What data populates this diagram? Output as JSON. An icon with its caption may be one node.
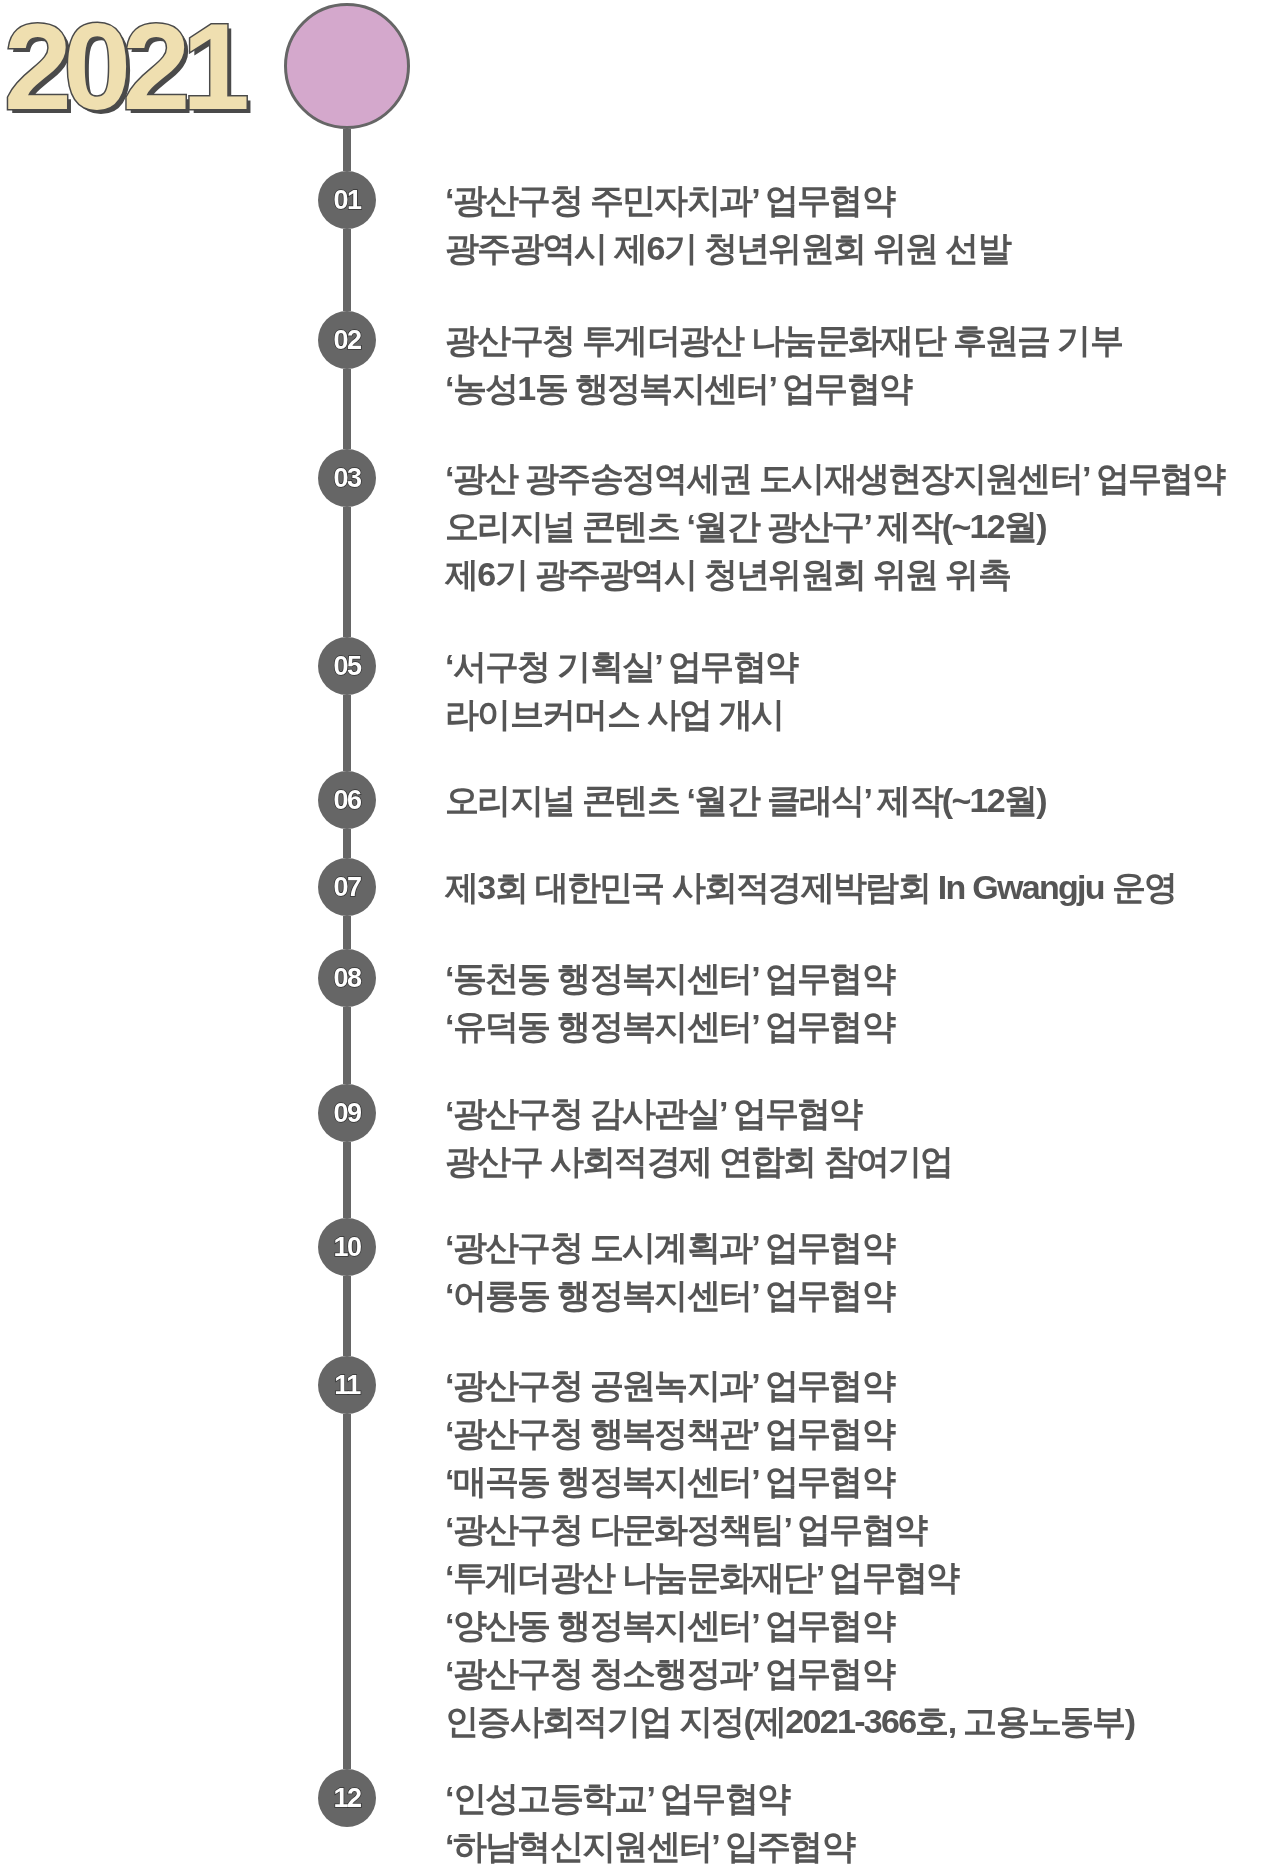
{
  "diagram": {
    "title": "2021",
    "nodes": [
      {
        "text": [],
        "shape": "circle"
      },
      {
        "text": [
          "01"
        ],
        "beside": [
          "‘광산구청 주민자치과’ 업무협약",
          "광주광역시 제6기 청년위원회 위원 선발"
        ]
      },
      {
        "text": [
          "02"
        ],
        "beside": [
          "광산구청 투게더광산 나눔문화재단 후원금 기부",
          "‘농성1동 행정복지센터’ 업무협약"
        ]
      },
      {
        "text": [
          "03"
        ],
        "beside": [
          "‘광산 광주송정역세권 도시재생현장지원센터’ 업무협약",
          "오리지널 콘텐츠 ‘월간 광산구’ 제작(~12월)",
          "제6기 광주광역시 청년위원회 위원 위촉"
        ]
      },
      {
        "text": [
          "05"
        ],
        "beside": [
          "‘서구청 기획실’ 업무협약",
          "라이브커머스 사업 개시"
        ]
      },
      {
        "text": [
          "06"
        ],
        "beside": [
          "오리지널 콘텐츠 ‘월간 클래식’ 제작(~12월)"
        ]
      },
      {
        "text": [
          "07"
        ],
        "beside": [
          "제3회 대한민국 사회적경제박람회 In Gwangju 운영"
        ]
      },
      {
        "text": [
          "08"
        ],
        "beside": [
          "‘동천동 행정복지센터’ 업무협약",
          "‘유덕동 행정복지센터’ 업무협약"
        ]
      },
      {
        "text": [
          "09"
        ],
        "beside": [
          "‘광산구청 감사관실’ 업무협약",
          "광산구 사회적경제 연합회 참여기업"
        ]
      },
      {
        "text": [
          "10"
        ],
        "beside": [
          "‘광산구청 도시계획과’ 업무협약",
          "‘어룡동 행정복지센터’ 업무협약"
        ]
      },
      {
        "text": [
          "11"
        ],
        "beside": [
          "‘광산구청 공원녹지과’ 업무협약",
          "‘광산구청 행복정책관’ 업무협약",
          "‘매곡동 행정복지센터’ 업무협약",
          "‘광산구청 다문화정책팀’ 업무협약",
          "‘투게더광산 나눔문화재단’ 업무협약",
          "‘양산동 행정복지센터’ 업무협약",
          "‘광산구청 청소행정과’ 업무협약",
          "인증사회적기업 지정(제2021-366호, 고용노동부)"
        ]
      },
      {
        "text": [
          "12"
        ],
        "beside": [
          "‘인성고등학교’ 업무협약",
          "‘하남혁신지원센터’ 입주협약"
        ]
      }
    ],
    "edges": [
      {
        "from": 0,
        "to": 1,
        "arrow": "none"
      },
      {
        "from": 1,
        "to": 2,
        "arrow": "none"
      },
      {
        "from": 2,
        "to": 3,
        "arrow": "none"
      },
      {
        "from": 3,
        "to": 4,
        "arrow": "none"
      },
      {
        "from": 4,
        "to": 5,
        "arrow": "none"
      },
      {
        "from": 5,
        "to": 6,
        "arrow": "none"
      },
      {
        "from": 6,
        "to": 7,
        "arrow": "none"
      },
      {
        "from": 7,
        "to": 8,
        "arrow": "none"
      },
      {
        "from": 8,
        "to": 9,
        "arrow": "none"
      },
      {
        "from": 9,
        "to": 10,
        "arrow": "none"
      },
      {
        "from": 10,
        "to": 11,
        "arrow": "none"
      }
    ]
  }
}
